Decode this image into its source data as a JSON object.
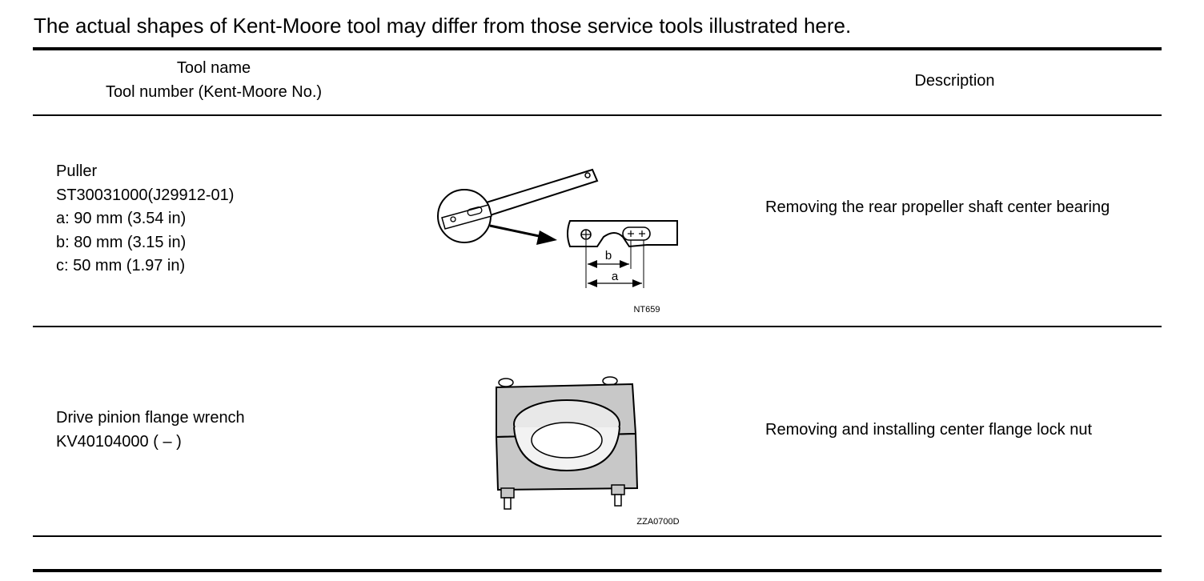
{
  "intro": "The actual shapes of Kent-Moore tool may differ from those service tools illustrated here.",
  "header": {
    "tool_line1": "Tool name",
    "tool_line2": "Tool number (Kent-Moore No.)",
    "description": "Description"
  },
  "rows": [
    {
      "name": "Puller",
      "number": "ST30031000(J29912-01)",
      "specs": [
        "a: 90 mm (3.54 in)",
        "b: 80 mm (3.15 in)",
        "c: 50 mm (1.97 in)"
      ],
      "image_code": "NT659",
      "dim_labels": [
        "b",
        "a"
      ],
      "description": "Removing the rear propeller shaft center bearing"
    },
    {
      "name": "Drive pinion flange wrench",
      "number": "KV40104000 ( – )",
      "image_code": "ZZA0700D",
      "description": "Removing and installing center flange lock nut"
    }
  ]
}
